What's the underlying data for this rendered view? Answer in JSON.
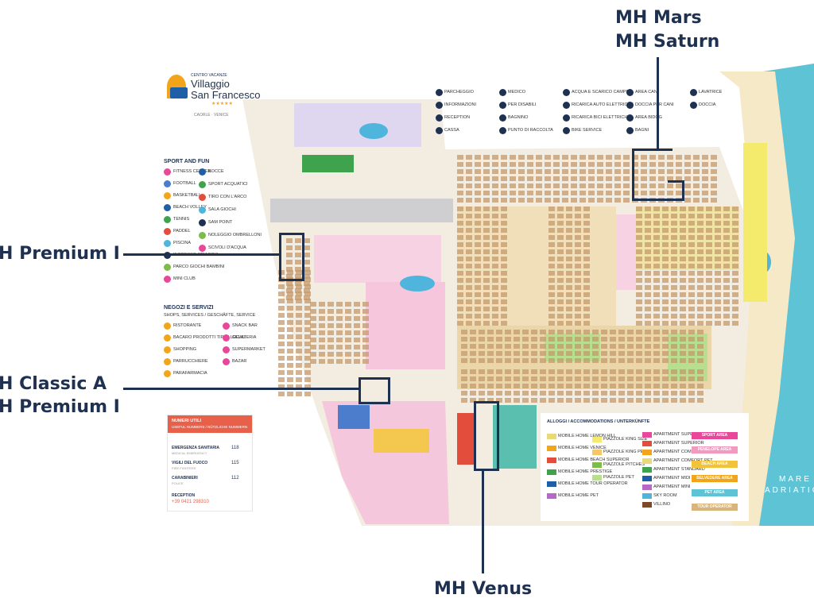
{
  "callouts": {
    "mars_saturn": [
      "MH Mars",
      "MH Saturn"
    ],
    "premium_top": "H Premium I",
    "classic_premium": [
      "H Classic A",
      "H Premium I"
    ],
    "venus": "MH Venus"
  },
  "brand": {
    "tagline": "CENTRO VACANZE",
    "name_line1": "Villaggio",
    "name_line2": "San Francesco",
    "stars": "★★★★★",
    "location": "CAORLE · VENICE"
  },
  "sport": {
    "title": "SPORT AND FUN",
    "items": [
      "FITNESS CENTER",
      "FOOTBALL",
      "BASKETBALL",
      "BEACH VOLLEY",
      "TENNIS",
      "PADDEL",
      "PISCINA",
      "INGRESSO SPIAGGIA",
      "PARCO GIOCHI BAMBINI",
      "MINI CLUB"
    ],
    "items_right": [
      "BOCCE",
      "SPORT ACQUATICI",
      "TIRO CON L'ARCO",
      "SALA GIOCHI",
      "SAM POINT",
      "NOLEGGIO OMBRELLONI",
      "SCIVOLI D'ACQUA"
    ]
  },
  "shops": {
    "title": "NEGOZI E SERVIZI",
    "subtitle": "SHOPS, SERVICES / GESCHÄFTE, SERVICE",
    "items": [
      "RISTORANTE",
      "BACARO PRODOTTI TIPICI LOCALI",
      "SHOPPING",
      "PARRUCCHIERE",
      "PARAFARMACIA"
    ],
    "items_right": [
      "SNACK BAR",
      "GELATERIA",
      "SUPERMARKET",
      "BAZAR"
    ]
  },
  "numbers": {
    "title": "NUMERI UTILI",
    "subtitle": "USEFUL NUMBERS / NÜTZLICHE NUMMERN",
    "rows": [
      {
        "label": "EMERGENZA SANITARIA",
        "sub": "MEDICAL EMERGENCY",
        "value": "118"
      },
      {
        "label": "VIGILI DEL FUOCO",
        "sub": "FIRE FIGHTERS",
        "value": "115"
      },
      {
        "label": "CARABINIERI",
        "sub": "POLICE",
        "value": "112"
      }
    ],
    "reception_label": "RECEPTION",
    "reception_value": "+39 0421 298310"
  },
  "services_legend": [
    "PARCHEGGIO",
    "INFORMAZIONI",
    "RECEPTION",
    "CASSA",
    "MEDICO",
    "PER DISABILI",
    "BAGNINO",
    "PUNTO DI RACCOLTA",
    "ACQUA E SCARICO CAMPER",
    "RICARICA AUTO ELETTRICHE",
    "RICARICA BICI ELETTRICHE",
    "BIKE SERVICE",
    "AREA CANI",
    "DOCCIA PER CANI",
    "AREA BIDOG",
    "BAGNI",
    "LAVATRICE",
    "DOCCIA"
  ],
  "accommodations": {
    "title": "ALLOGGI / ACCOMMODATIONS / UNTERKÜNFTE",
    "col1": [
      "MOBILE HOME LEMON HILL",
      "MOBILE HOME VENICE",
      "MOBILE HOME BEACH SUPERIOR",
      "MOBILE HOME PRESTIGE",
      "MOBILE HOME TOUR OPERATOR",
      "MOBILE HOME PET"
    ],
    "col2": [
      "PIAZZOLE KING SIZE",
      "PIAZZOLE KING PET",
      "PIAZZOLE PITCHES",
      "PIAZZOLE PET"
    ],
    "col3": [
      "APARTMENT SUPERIOR PLUS",
      "APARTMENT SUPERIOR",
      "APARTMENT COMFORT PET PLUS",
      "APARTMENT COMFORT PET",
      "APARTMENT STANDARD",
      "APARTMENT MIDI",
      "APARTMENT MINI",
      "SKY ROOM",
      "VILLINO"
    ],
    "areas": [
      "SPORT AREA",
      "PENELOPE AREA",
      "BEACH AREA",
      "BELVEDERE AREA",
      "PET AREA",
      "TOUR OPERATOR AREA"
    ]
  },
  "sea": {
    "line1": "MARE",
    "line2": "ADRIATICO"
  },
  "colors": {
    "navy": "#1f3150",
    "pink": "#e8479a",
    "sand": "#e8d3a8",
    "sea": "#5fc3d6",
    "green": "#7dbb4a",
    "yellow": "#f2e13c"
  }
}
